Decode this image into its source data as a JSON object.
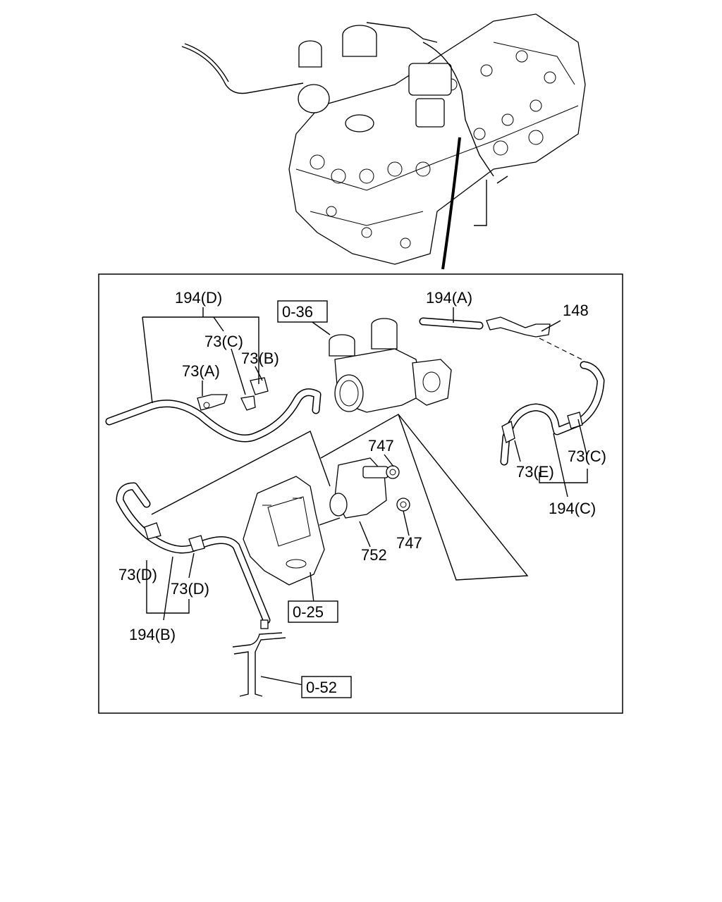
{
  "labels": {
    "hose_d": "194(D)",
    "clip_c_left": "73(C)",
    "clip_a": "73(A)",
    "clip_b": "73(B)",
    "ref_036": "0-36",
    "hose_a": "194(A)",
    "bracket": "148",
    "nut_top": "747",
    "nut_bottom": "747",
    "valve": "752",
    "clip_c_right": "73(C)",
    "clip_e": "73(E)",
    "hose_c": "194(C)",
    "clip_d_left": "73(D)",
    "clip_d_right": "73(D)",
    "hose_b": "194(B)",
    "ref_025": "0-25",
    "ref_052": "0-52"
  }
}
